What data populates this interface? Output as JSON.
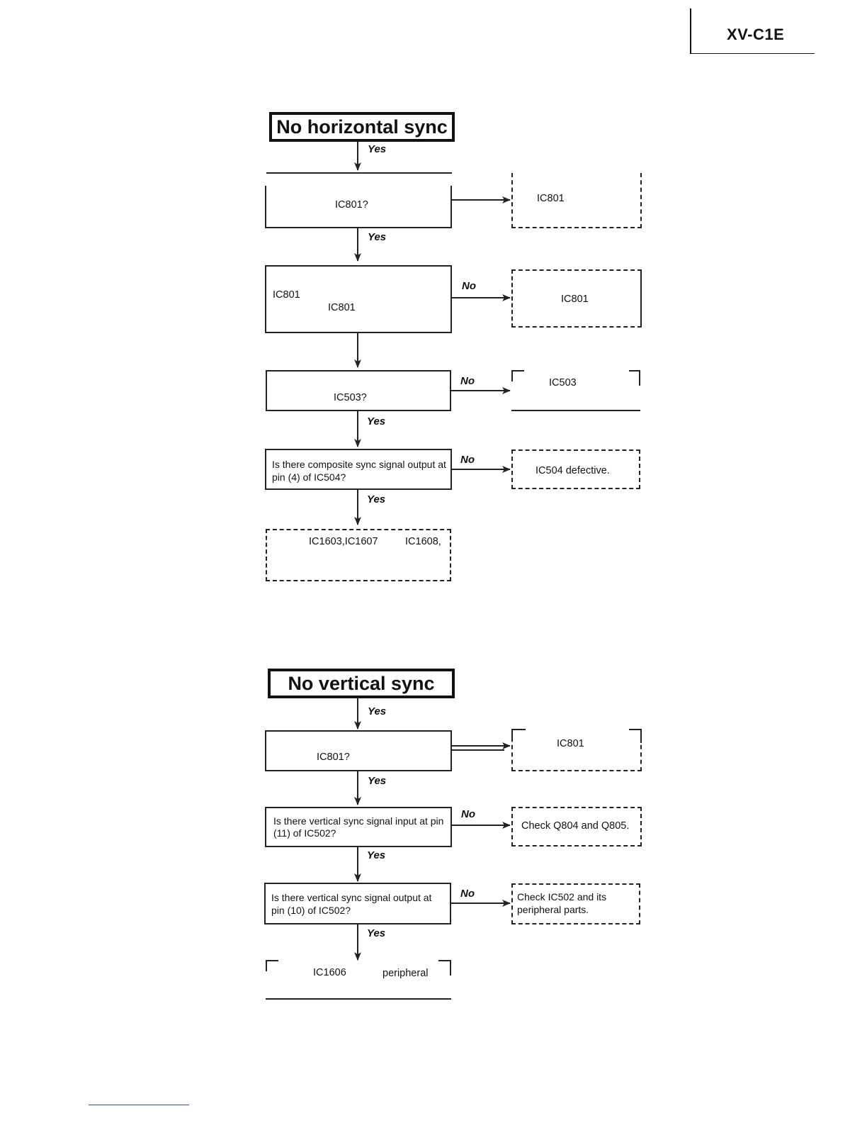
{
  "header": {
    "model": "XV-C1E"
  },
  "section_h": {
    "title": "No horizontal sync",
    "yes_label": "Yes",
    "no_label": "No",
    "q1": {
      "text": "IC801?"
    },
    "r1": {
      "text": "IC801"
    },
    "q2": {
      "line1": "IC801",
      "line2": "IC801"
    },
    "r2": {
      "text": "IC801"
    },
    "q3": {
      "text": "IC503?"
    },
    "r3": {
      "text": "IC503"
    },
    "q4": {
      "text": "Is there composite sync signal output at pin (4) of IC504?"
    },
    "r4": {
      "text": "IC504 defective."
    },
    "end": {
      "text_a": "IC1603,IC1607",
      "text_b": "IC1608,"
    }
  },
  "section_v": {
    "title": "No vertical sync",
    "yes_label": "Yes",
    "no_label": "No",
    "q1": {
      "text": "IC801?"
    },
    "r1": {
      "text": "IC801"
    },
    "q2": {
      "text": "Is there vertical sync signal input at pin (11) of IC502?"
    },
    "r2": {
      "text": "Check Q804 and Q805."
    },
    "q3": {
      "text": "Is there vertical sync signal output at pin (10) of IC502?"
    },
    "r3": {
      "text": "Check IC502 and its peripheral parts."
    },
    "end": {
      "text_a": "IC1606",
      "text_b": "peripheral"
    }
  }
}
